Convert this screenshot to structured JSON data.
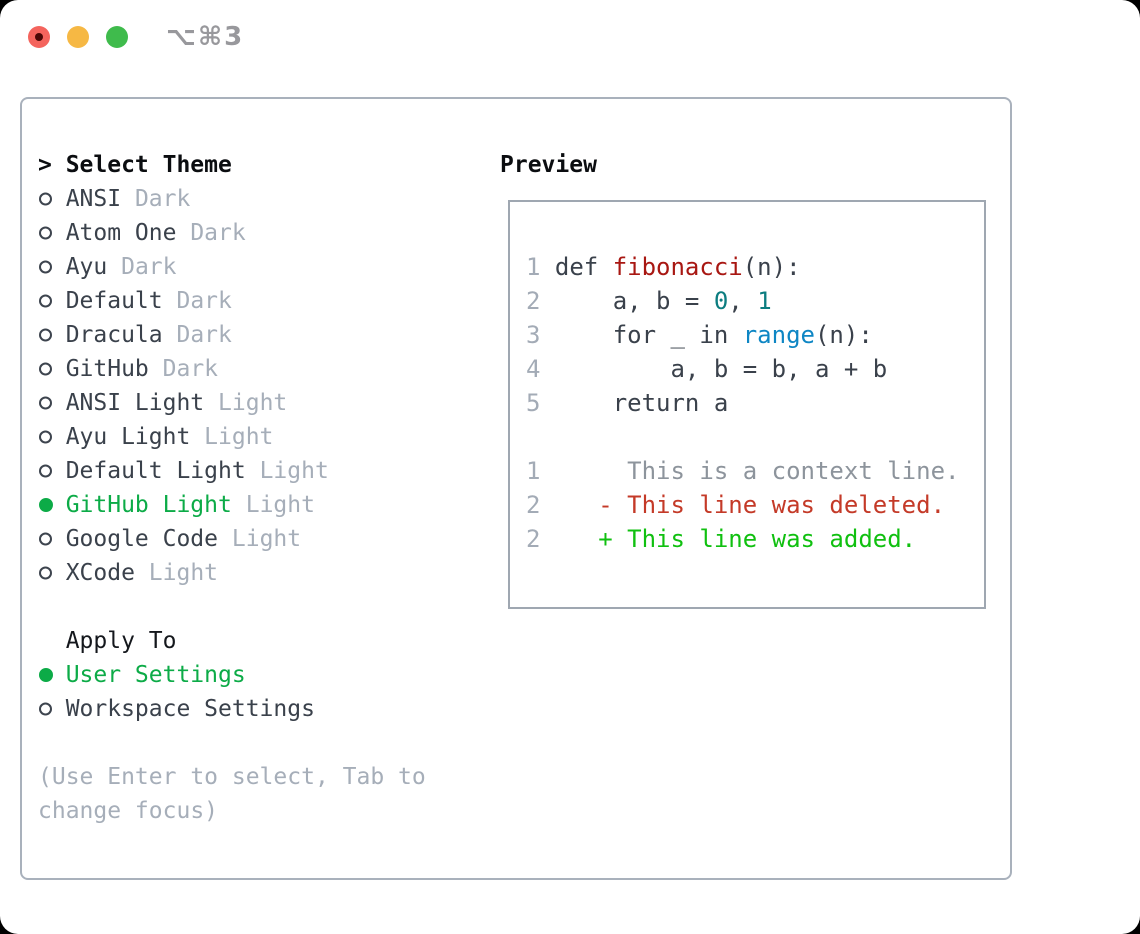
{
  "titlebar": {
    "title": "⌥⌘3"
  },
  "theme_panel": {
    "prompt": ">",
    "header": "Select Theme",
    "themes": [
      {
        "name": "ANSI",
        "variant": "Dark",
        "selected": false
      },
      {
        "name": "Atom One",
        "variant": "Dark",
        "selected": false
      },
      {
        "name": "Ayu",
        "variant": "Dark",
        "selected": false
      },
      {
        "name": "Default",
        "variant": "Dark",
        "selected": false
      },
      {
        "name": "Dracula",
        "variant": "Dark",
        "selected": false
      },
      {
        "name": "GitHub",
        "variant": "Dark",
        "selected": false
      },
      {
        "name": "ANSI Light",
        "variant": "Light",
        "selected": false
      },
      {
        "name": "Ayu Light",
        "variant": "Light",
        "selected": false
      },
      {
        "name": "Default Light",
        "variant": "Light",
        "selected": false
      },
      {
        "name": "GitHub Light",
        "variant": "Light",
        "selected": true
      },
      {
        "name": "Google Code",
        "variant": "Light",
        "selected": false
      },
      {
        "name": "XCode",
        "variant": "Light",
        "selected": false
      }
    ],
    "apply_header": "Apply To",
    "apply_options": [
      {
        "name": "User Settings",
        "selected": true
      },
      {
        "name": "Workspace Settings",
        "selected": false
      }
    ],
    "hint_lines": [
      "(Use Enter to select, Tab to",
      "change focus)"
    ]
  },
  "preview": {
    "header": "Preview",
    "lines": [
      {
        "num": "1",
        "segments": [
          {
            "text": "def ",
            "style": "plain"
          },
          {
            "text": "fibonacci",
            "style": "func"
          },
          {
            "text": "(n):",
            "style": "plain"
          }
        ]
      },
      {
        "num": "2",
        "segments": [
          {
            "text": "    a, b = ",
            "style": "plain"
          },
          {
            "text": "0",
            "style": "num"
          },
          {
            "text": ", ",
            "style": "plain"
          },
          {
            "text": "1",
            "style": "num"
          }
        ]
      },
      {
        "num": "3",
        "segments": [
          {
            "text": "    for _ in ",
            "style": "plain"
          },
          {
            "text": "range",
            "style": "builtin"
          },
          {
            "text": "(n):",
            "style": "plain"
          }
        ]
      },
      {
        "num": "4",
        "segments": [
          {
            "text": "        a, b = b, a + b",
            "style": "plain"
          }
        ]
      },
      {
        "num": "5",
        "segments": [
          {
            "text": "    return a",
            "style": "plain"
          }
        ]
      },
      {
        "num": "",
        "segments": []
      },
      {
        "num": "1",
        "segments": [
          {
            "text": "     This is a context line.",
            "style": "context"
          }
        ]
      },
      {
        "num": "2",
        "segments": [
          {
            "text": "   - This line was deleted.",
            "style": "deleted"
          }
        ]
      },
      {
        "num": "2",
        "segments": [
          {
            "text": "   + This line was added.",
            "style": "added"
          }
        ]
      }
    ]
  },
  "colors": {
    "selection_green": "#0cab47",
    "added_green": "#10c010",
    "deleted_red": "#c43a28",
    "function_red": "#a81712",
    "number_teal": "#0c7d80",
    "builtin_blue": "#0e86c4",
    "context_gray": "#8d949c",
    "muted_gray": "#a6aeb9",
    "text_dark": "#3a414b",
    "traffic_red": "#f4645d",
    "traffic_yellow": "#f6b844",
    "traffic_green": "#3fbb4c"
  }
}
